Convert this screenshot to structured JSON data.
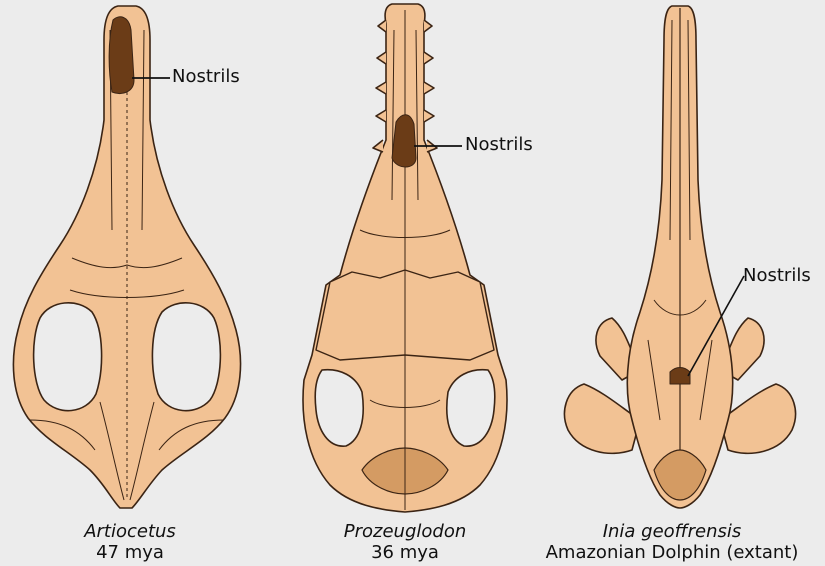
{
  "colors": {
    "background": "#ececec",
    "bone_fill": "#f2c294",
    "bone_outline": "#3b2414",
    "nostril_fill": "#6b3c17"
  },
  "skulls": [
    {
      "species": "Artiocetus",
      "subtitle": "47 mya",
      "nostril_label": "Nostrils"
    },
    {
      "species": "Prozeuglodon",
      "subtitle": "36 mya",
      "nostril_label": "Nostrils"
    },
    {
      "species": "Inia geoffrensis",
      "subtitle": "Amazonian Dolphin (extant)",
      "nostril_label": "Nostrils"
    }
  ]
}
